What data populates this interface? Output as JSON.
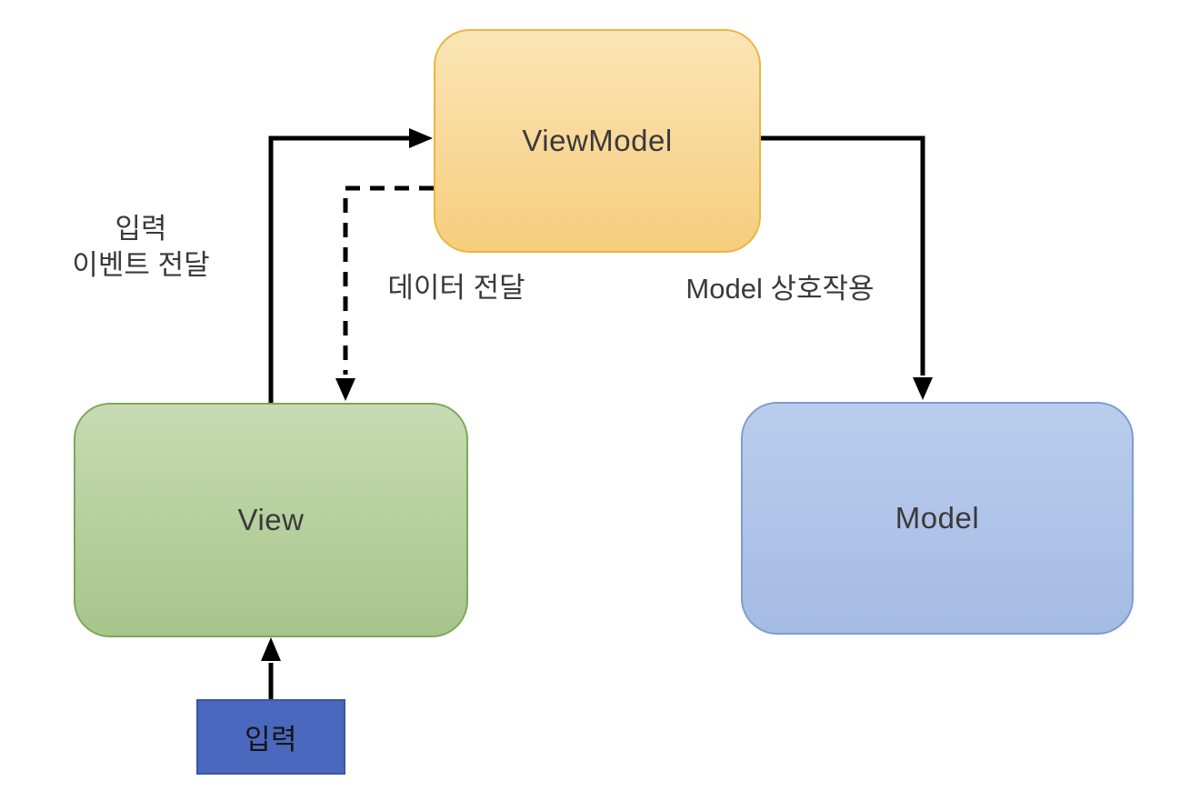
{
  "diagram": {
    "nodes": {
      "viewmodel": {
        "label": "ViewModel"
      },
      "view": {
        "label": "View"
      },
      "model": {
        "label": "Model"
      },
      "input": {
        "label": "입력"
      }
    },
    "edges": {
      "input_event": {
        "label": "입력\n이벤트 전달",
        "from": "view",
        "to": "viewmodel",
        "line": "solid"
      },
      "data_delivery": {
        "label": "데이터 전달",
        "from": "viewmodel",
        "to": "view",
        "line": "dashed"
      },
      "model_interaction": {
        "label": "Model 상호작용",
        "from": "viewmodel",
        "to": "model",
        "line": "solid"
      },
      "input_to_view": {
        "from": "input",
        "to": "view",
        "line": "solid"
      }
    }
  },
  "colors": {
    "viewmodel_fill_top": "#FBE5B6",
    "viewmodel_fill_bottom": "#F6CD7D",
    "viewmodel_border": "#EDB53F",
    "view_fill_top": "#C6DBB3",
    "view_fill_bottom": "#A6C58A",
    "view_border": "#7FA65C",
    "model_fill_top": "#BACDED",
    "model_fill_bottom": "#A4BBE3",
    "model_border": "#7E9CD0",
    "input_fill": "#4A68BE",
    "input_border": "#3A55A4",
    "input_text": "#141414",
    "line": "#000000",
    "text": "#3A3A3A",
    "background": "#FFFFFF"
  }
}
